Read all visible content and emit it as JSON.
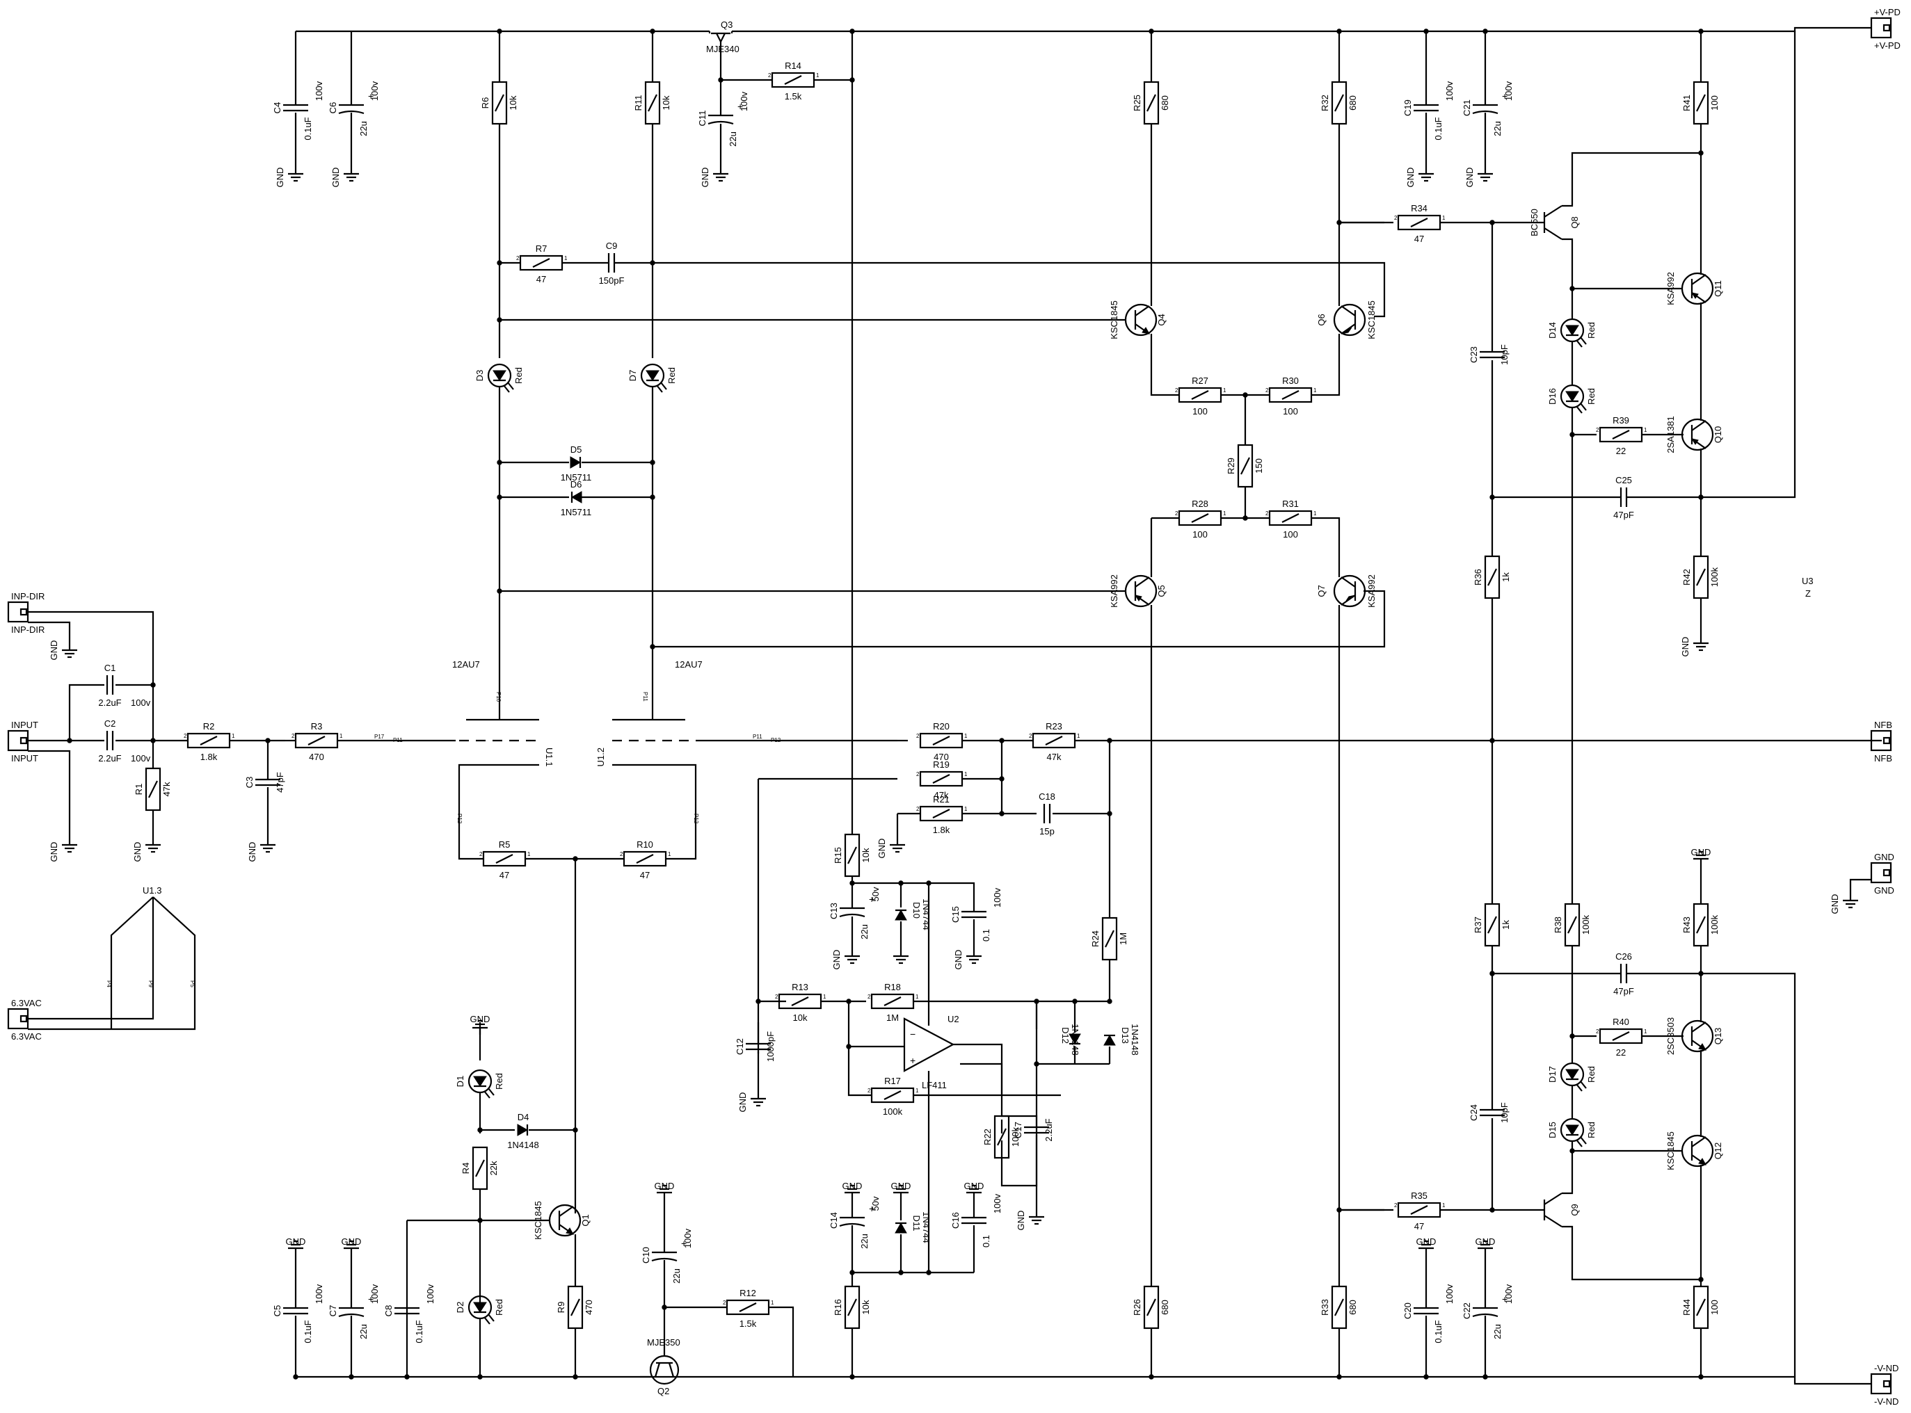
{
  "ports": [
    {
      "id": "inp_dir",
      "label": "INP-DIR",
      "label2": "INP-DIR"
    },
    {
      "id": "input",
      "label": "INPUT",
      "label2": "INPUT"
    },
    {
      "id": "ac",
      "label": "6.3VAC",
      "label2": "6.3VAC"
    },
    {
      "id": "vpd",
      "label": "+V-PD",
      "label2": "+V-PD"
    },
    {
      "id": "nfb",
      "label": "NFB",
      "label2": "NFB"
    },
    {
      "id": "gnd_port",
      "label": "GND",
      "label2": "GND"
    },
    {
      "id": "vnd",
      "label": "-V-ND",
      "label2": "-V-ND"
    }
  ],
  "resistors": [
    {
      "ref": "R1",
      "val": "47k"
    },
    {
      "ref": "R2",
      "val": "1.8k"
    },
    {
      "ref": "R3",
      "val": "470"
    },
    {
      "ref": "R4",
      "val": "22k"
    },
    {
      "ref": "R5",
      "val": "47"
    },
    {
      "ref": "R6",
      "val": "10k"
    },
    {
      "ref": "R7",
      "val": "47"
    },
    {
      "ref": "R9",
      "val": "470"
    },
    {
      "ref": "R10",
      "val": "47"
    },
    {
      "ref": "R11",
      "val": "10k"
    },
    {
      "ref": "R12",
      "val": "1.5k"
    },
    {
      "ref": "R13",
      "val": "10k"
    },
    {
      "ref": "R14",
      "val": "1.5k"
    },
    {
      "ref": "R15",
      "val": "10k"
    },
    {
      "ref": "R16",
      "val": "10k"
    },
    {
      "ref": "R17",
      "val": "100k"
    },
    {
      "ref": "R18",
      "val": "1M"
    },
    {
      "ref": "R19",
      "val": "47k"
    },
    {
      "ref": "R20",
      "val": "470"
    },
    {
      "ref": "R21",
      "val": "1.8k"
    },
    {
      "ref": "R22",
      "val": "100k"
    },
    {
      "ref": "R23",
      "val": "47k"
    },
    {
      "ref": "R24",
      "val": "1M"
    },
    {
      "ref": "R25",
      "val": "680"
    },
    {
      "ref": "R26",
      "val": "680"
    },
    {
      "ref": "R27",
      "val": "100"
    },
    {
      "ref": "R28",
      "val": "100"
    },
    {
      "ref": "R29",
      "val": "150"
    },
    {
      "ref": "R30",
      "val": "100"
    },
    {
      "ref": "R31",
      "val": "100"
    },
    {
      "ref": "R32",
      "val": "680"
    },
    {
      "ref": "R33",
      "val": "680"
    },
    {
      "ref": "R34",
      "val": "47"
    },
    {
      "ref": "R35",
      "val": "47"
    },
    {
      "ref": "R36",
      "val": "1k"
    },
    {
      "ref": "R37",
      "val": "1k"
    },
    {
      "ref": "R38",
      "val": "100k"
    },
    {
      "ref": "R39",
      "val": "22"
    },
    {
      "ref": "R40",
      "val": "22"
    },
    {
      "ref": "R41",
      "val": "100"
    },
    {
      "ref": "R42",
      "val": "100k"
    },
    {
      "ref": "R43",
      "val": "100k"
    },
    {
      "ref": "R44",
      "val": "100"
    }
  ],
  "capacitors": [
    {
      "ref": "C1",
      "val": "2.2uF",
      "v": "100v"
    },
    {
      "ref": "C2",
      "val": "2.2uF",
      "v": "100v"
    },
    {
      "ref": "C3",
      "val": "47pF",
      "v": ""
    },
    {
      "ref": "C4",
      "val": "0.1uF",
      "v": "100v"
    },
    {
      "ref": "C5",
      "val": "0.1uF",
      "v": "100v"
    },
    {
      "ref": "C6",
      "val": "22u",
      "v": "100v"
    },
    {
      "ref": "C7",
      "val": "22u",
      "v": "100v"
    },
    {
      "ref": "C8",
      "val": "0.1uF",
      "v": "100v"
    },
    {
      "ref": "C9",
      "val": "150pF",
      "v": ""
    },
    {
      "ref": "C10",
      "val": "22u",
      "v": "100v"
    },
    {
      "ref": "C11",
      "val": "22u",
      "v": "100v"
    },
    {
      "ref": "C12",
      "val": "1000pF",
      "v": ""
    },
    {
      "ref": "C13",
      "val": "22u",
      "v": "50v"
    },
    {
      "ref": "C14",
      "val": "22u",
      "v": "50v"
    },
    {
      "ref": "C15",
      "val": "0.1",
      "v": "100v"
    },
    {
      "ref": "C16",
      "val": "0.1",
      "v": "100v"
    },
    {
      "ref": "C17",
      "val": "2.2uF",
      "v": ""
    },
    {
      "ref": "C18",
      "val": "15p",
      "v": ""
    },
    {
      "ref": "C19",
      "val": "0.1uF",
      "v": "100v"
    },
    {
      "ref": "C20",
      "val": "0.1uF",
      "v": "100v"
    },
    {
      "ref": "C21",
      "val": "22u",
      "v": "100v"
    },
    {
      "ref": "C22",
      "val": "22u",
      "v": "100v"
    },
    {
      "ref": "C23",
      "val": "10pF",
      "v": ""
    },
    {
      "ref": "C24",
      "val": "10pF",
      "v": ""
    },
    {
      "ref": "C25",
      "val": "47pF",
      "v": ""
    },
    {
      "ref": "C26",
      "val": "47pF",
      "v": ""
    }
  ],
  "diodes": [
    {
      "ref": "D1",
      "val": "Red"
    },
    {
      "ref": "D2",
      "val": "Red"
    },
    {
      "ref": "D3",
      "val": "Red"
    },
    {
      "ref": "D4",
      "val": "1N4148"
    },
    {
      "ref": "D5",
      "val": "1N5711"
    },
    {
      "ref": "D6",
      "val": "1N5711"
    },
    {
      "ref": "D7",
      "val": "Red"
    },
    {
      "ref": "D10",
      "val": "1N4744"
    },
    {
      "ref": "D11",
      "val": "1N4744"
    },
    {
      "ref": "D12",
      "val": "1N4148"
    },
    {
      "ref": "D13",
      "val": "1N4148"
    },
    {
      "ref": "D14",
      "val": "Red"
    },
    {
      "ref": "D15",
      "val": "Red"
    },
    {
      "ref": "D16",
      "val": "Red"
    },
    {
      "ref": "D17",
      "val": "Red"
    }
  ],
  "transistors": [
    {
      "ref": "Q1",
      "val": "KSC1845"
    },
    {
      "ref": "Q2",
      "val": "MJE350"
    },
    {
      "ref": "Q3",
      "val": "MJE340"
    },
    {
      "ref": "Q4",
      "val": "KSC1845"
    },
    {
      "ref": "Q5",
      "val": "KSA992"
    },
    {
      "ref": "Q6",
      "val": "KSC1845"
    },
    {
      "ref": "Q7",
      "val": "KSA992"
    },
    {
      "ref": "Q8",
      "val": "BC550"
    },
    {
      "ref": "Q9",
      "val": ""
    },
    {
      "ref": "Q10",
      "val": "2SA1381"
    },
    {
      "ref": "Q11",
      "val": "KSA992"
    },
    {
      "ref": "Q12",
      "val": "KSC1845"
    },
    {
      "ref": "Q13",
      "val": "2SC3503"
    }
  ],
  "ics": {
    "u1_1": "U1.1",
    "u1_2": "U1.2",
    "u1_3": "U1.3",
    "tube_a": "12AU7",
    "tube_b": "12AU7",
    "u2": "U2",
    "u2_part": "LF411",
    "u3": "U3",
    "u3_val": "Z"
  },
  "net": {
    "gnd": "GND"
  }
}
